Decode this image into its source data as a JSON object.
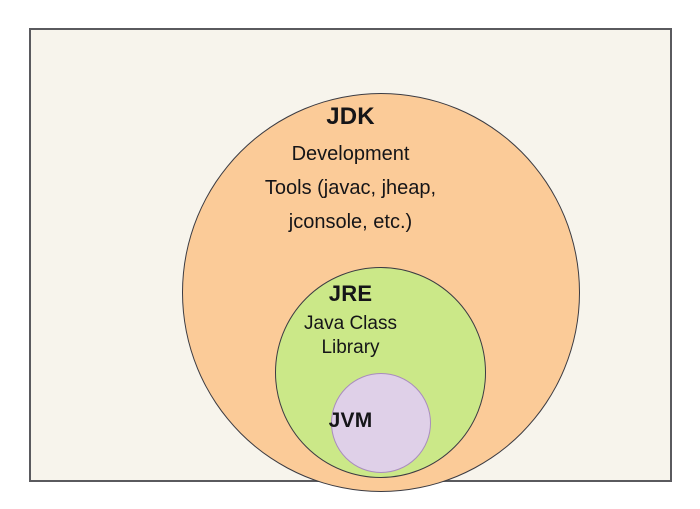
{
  "diagram": {
    "type": "nested-venn",
    "description": "Java platform containment diagram: JDK contains JRE, JRE contains JVM",
    "frame": {
      "background_color": "#F7F4EC",
      "border_color": "#5A5A5E"
    },
    "layers": [
      {
        "key": "jdk",
        "title": "JDK",
        "body_lines": [
          "Development",
          "Tools (javac, jheap,",
          "jconsole, etc.)"
        ],
        "fill_color": "#FBCB98",
        "stroke_color": "#3B3B42"
      },
      {
        "key": "jre",
        "title": "JRE",
        "body_lines": [
          "Java Class",
          "Library"
        ],
        "fill_color": "#CBE888",
        "stroke_color": "#3B3B42"
      },
      {
        "key": "jvm",
        "title": "JVM",
        "body_lines": [],
        "fill_color": "#DFD0E8",
        "stroke_color": "#A98CBE"
      }
    ]
  }
}
